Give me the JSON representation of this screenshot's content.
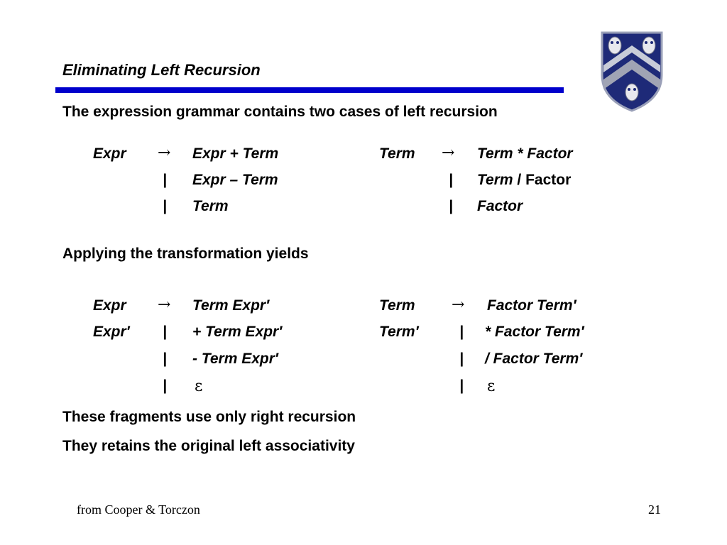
{
  "slide": {
    "title": "Eliminating Left Recursion",
    "intro": "The expression grammar contains two cases of left recursion",
    "applying": "Applying the transformation yields",
    "note1": "These fragments use only right recursion",
    "note2": "They retains the original left associativity",
    "footer_source": "from Cooper & Torczon",
    "page_number": "21",
    "accent_color": "#0000cc"
  },
  "symbols": {
    "arrow": "→",
    "bar": "|",
    "epsilon": "ε"
  },
  "original": {
    "expr_lhs": "Expr",
    "expr_rhs1": "Expr + Term",
    "expr_rhs2": "Expr – Term",
    "expr_rhs3": "Term",
    "term_lhs": "Term",
    "term_rhs1": "Term * Factor",
    "term_rhs2_italic": "Term",
    "term_rhs2_plain": " / Factor",
    "term_rhs3": "Factor"
  },
  "transformed": {
    "expr_lhs": "Expr",
    "expr_rhs": "Term Expr′",
    "exprp_lhs": "Expr′",
    "exprp_rhs1": "+ Term Expr′",
    "exprp_rhs2": "- Term Expr′",
    "term_lhs": "Term",
    "term_rhs": "Factor Term′",
    "termp_lhs": "Term′",
    "termp_rhs1": "* Factor Term′",
    "termp_rhs2": "/ Factor Term′"
  },
  "crest": {
    "icon": "owl-crest-icon",
    "shield_color": "#1e2a78",
    "chevron_color": "#a0a4b4"
  }
}
